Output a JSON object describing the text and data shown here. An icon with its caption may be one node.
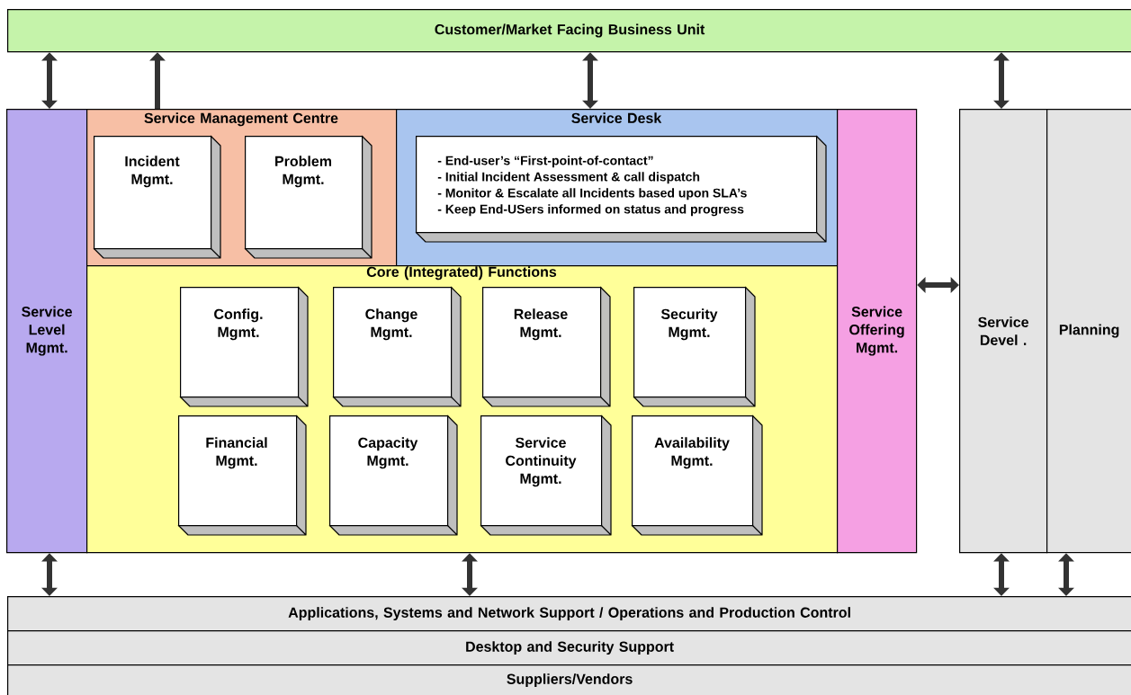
{
  "diagram": {
    "nodes": [
      {
        "text": [
          "Customer/Market Facing Business Unit"
        ]
      },
      {
        "text": [
          "Service Level Mgmt."
        ]
      },
      {
        "text": [
          "Service Management Centre"
        ]
      },
      {
        "text": [
          "Incident Mgmt."
        ],
        "in": 2
      },
      {
        "text": [
          "Problem Mgmt."
        ],
        "in": 2
      },
      {
        "text": [
          "Service Desk"
        ]
      },
      {
        "text": [
          "- End-user’s “First-point-of-contact”",
          "- Initial Incident Assessment & call dispatch",
          "- Monitor & Escalate all Incidents based upon SLA’s",
          "- Keep End-USers informed on status and progress"
        ],
        "in": 5
      },
      {
        "text": [
          "Core (Integrated) Functions"
        ]
      },
      {
        "text": [
          "Config. Mgmt."
        ],
        "in": 7
      },
      {
        "text": [
          "Change Mgmt."
        ],
        "in": 7
      },
      {
        "text": [
          "Release Mgmt."
        ],
        "in": 7
      },
      {
        "text": [
          "Security Mgmt."
        ],
        "in": 7
      },
      {
        "text": [
          "Financial Mgmt."
        ],
        "in": 7
      },
      {
        "text": [
          "Capacity Mgmt."
        ],
        "in": 7
      },
      {
        "text": [
          "Service Continuity Mgmt."
        ],
        "in": 7
      },
      {
        "text": [
          "Availability Mgmt."
        ],
        "in": 7
      },
      {
        "text": [
          "Service Offering Mgmt."
        ]
      },
      {
        "text": [
          "Service Devel ."
        ]
      },
      {
        "text": [
          "Planning"
        ]
      },
      {
        "text": [
          "Applications, Systems and Network Support / Operations and Production Control"
        ]
      },
      {
        "text": [
          "Desktop and Security Support"
        ]
      },
      {
        "text": [
          "Suppliers/Vendors"
        ]
      }
    ],
    "edges": [
      {
        "from": 1,
        "to": 0,
        "arrow": "both"
      },
      {
        "from": 2,
        "to": 0,
        "arrow": "to"
      },
      {
        "from": 5,
        "to": 0,
        "arrow": "both"
      },
      {
        "from": 17,
        "to": 0,
        "arrow": "both"
      },
      {
        "from": 16,
        "to": 17,
        "arrow": "both"
      },
      {
        "from": 1,
        "to": 19,
        "arrow": "both"
      },
      {
        "from": 7,
        "to": 19,
        "arrow": "both"
      },
      {
        "from": 17,
        "to": 19,
        "arrow": "both"
      },
      {
        "from": 18,
        "to": 19,
        "arrow": "both"
      }
    ]
  }
}
